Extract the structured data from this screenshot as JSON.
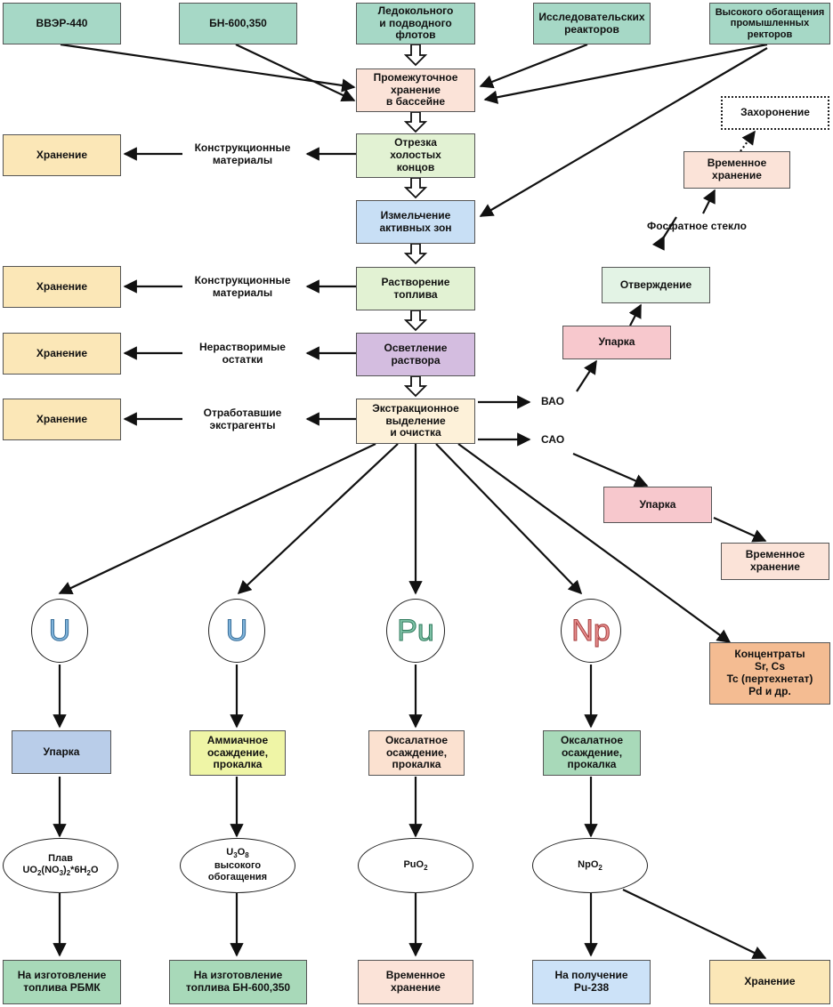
{
  "sources": {
    "vver": "ВВЭР-440",
    "bn": "БН-600,350",
    "icebreaker": "Ледокольного\nи подводного\nфлотов",
    "research": "Исследовательских\nреакторов",
    "high_enriched": "Высокого обогащения\nпромышленных\nректоров"
  },
  "main": {
    "pool_storage": "Промежуточное\nхранение\nв бассейне",
    "cut_ends": "Отрезка\nхолостых\nконцов",
    "chop": "Измельчение\nактивных зон",
    "dissolve": "Растворение\nтоплива",
    "clarify": "Осветление\nраствора",
    "extraction": "Экстракционное\nвыделение\nи очистка"
  },
  "left": {
    "storage_1": "Хранение",
    "label_1": "Конструкционные\nматериалы",
    "storage_2": "Хранение",
    "label_2": "Конструкционные\nматериалы",
    "storage_3": "Хранение",
    "label_3": "Нерастворимые\nостатки",
    "storage_4": "Хранение",
    "label_4": "Отработавшие\nэкстрагенты"
  },
  "hlw_branch": {
    "vao": "ВАО",
    "evaporation": "Упарка",
    "solidification": "Отверждение",
    "phosphate_glass": "Фосфатное стекло",
    "temp_storage": "Временное\nхранение",
    "burial": "Захоронение"
  },
  "ilw_branch": {
    "sao": "САО",
    "evaporation": "Упарка",
    "temp_storage": "Временное\nхранение"
  },
  "products": {
    "u1": "U",
    "u2": "U",
    "pu": "Pu",
    "np": "Np",
    "concentrates": "Концентраты\nSr, Cs\nTc (пертехнетат)\nPd и др."
  },
  "u1_chain": {
    "process": "Упарка",
    "product_line1": "Плав",
    "product_formula": "UO2(NO3)2*6H2O",
    "destination": "На изготовление\nтоплива РБМК"
  },
  "u2_chain": {
    "process": "Аммиачное\nосаждение,\nпрокалка",
    "product_formula": "U3O8",
    "product_line2": "высокого\nобогащения",
    "destination": "На изготовление\nтоплива БН-600,350"
  },
  "pu_chain": {
    "process": "Оксалатное\nосаждение,\nпрокалка",
    "product_formula": "PuO2",
    "destination": "Временное\nхранение"
  },
  "np_chain": {
    "process": "Оксалатное\nосаждение,\nпрокалка",
    "product_formula": "NpO2",
    "destination": "На получение\nPu-238",
    "storage": "Хранение"
  },
  "colors": {
    "source": "#a6d8c6",
    "pool": "#fbe3d8",
    "cut": "#e2f2d3",
    "chop": "#c8dff5",
    "clarify": "#d4bde0",
    "extraction": "#fdf1d9",
    "storage": "#fbe7b7",
    "evaporation": "#f7c8cd",
    "concentrates": "#f4bc92",
    "u_symbol": "#7fb3da",
    "pu_symbol": "#7fc2a7",
    "np_symbol": "#e89090"
  }
}
